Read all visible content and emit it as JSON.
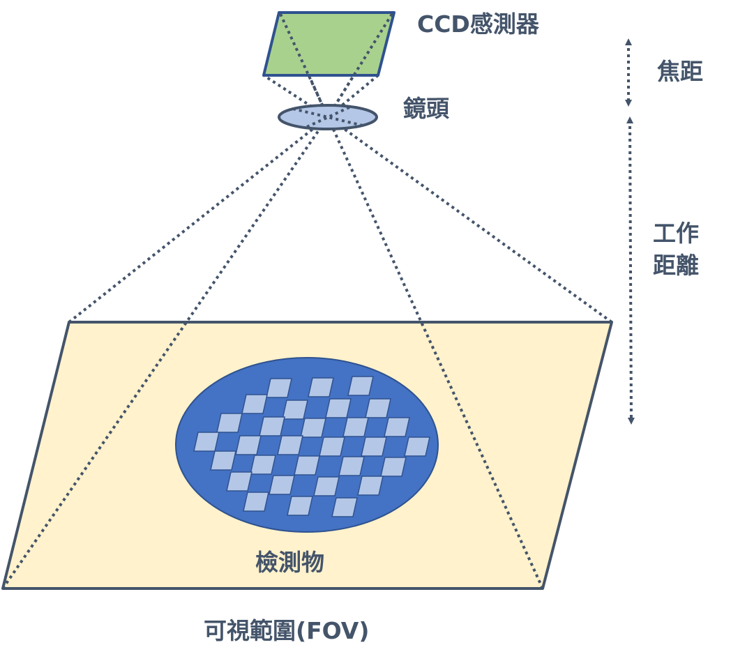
{
  "labels": {
    "sensor": "CCD感測器",
    "lens": "鏡頭",
    "focal_length": "焦距",
    "working_distance_line1": "工作",
    "working_distance_line2": "距離",
    "object": "檢測物",
    "fov": "可視範圍(FOV)"
  },
  "colors": {
    "sensor_fill": "#a9d18e",
    "sensor_stroke": "#2f528f",
    "lens_fill": "#b4c7e7",
    "lens_stroke": "#44546a",
    "fov_fill": "#fff2cc",
    "fov_stroke": "#44546a",
    "wafer_fill": "#4472c4",
    "wafer_stroke": "#2f528f",
    "die_fill": "#b4c7e7",
    "die_stroke": "#2f528f",
    "text": "#44546a"
  }
}
